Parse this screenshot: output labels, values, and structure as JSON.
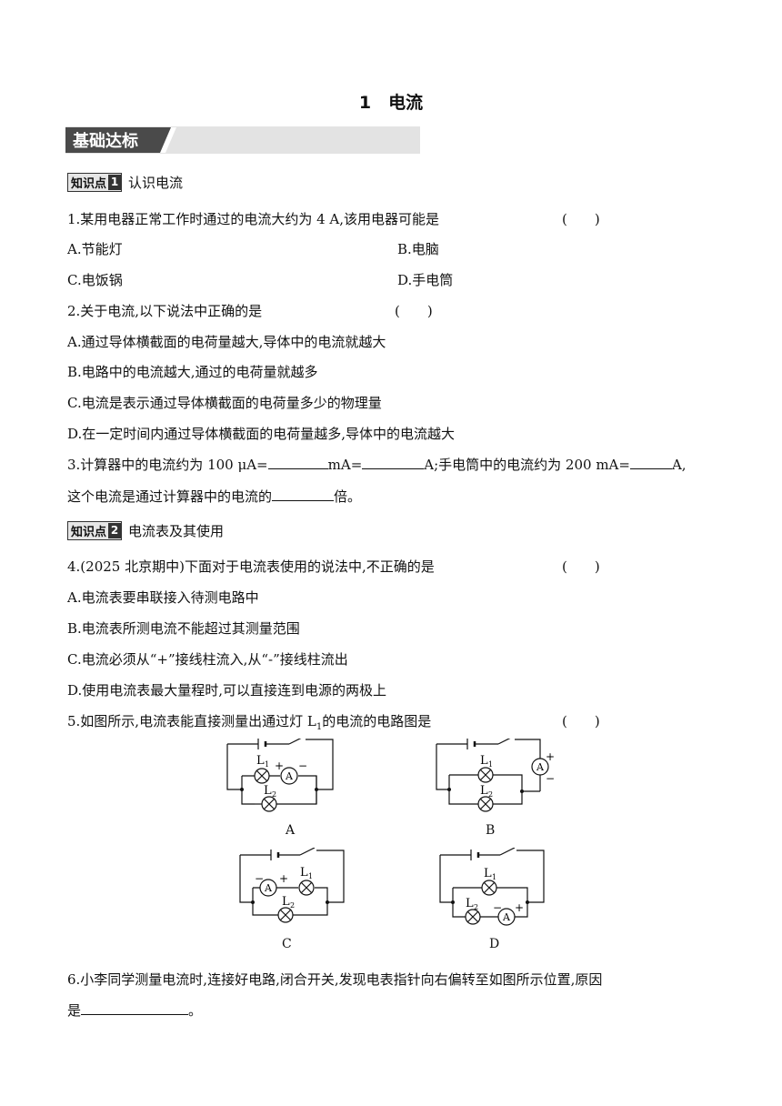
{
  "title": "1　电流",
  "banner": "基础达标",
  "sections": [
    {
      "label": "知识点",
      "num": "1",
      "title": "认识电流"
    },
    {
      "label": "知识点",
      "num": "2",
      "title": "电流表及其使用"
    }
  ],
  "q1": {
    "stem": "1.某用电器正常工作时通过的电流大约为 4 A,该用电器可能是",
    "paren": "(　　)",
    "a": "A.节能灯",
    "b": "B.电脑",
    "c": "C.电饭锅",
    "d": "D.手电筒"
  },
  "q2": {
    "stem": "2.关于电流,以下说法中正确的是",
    "paren": "(　　)",
    "a": "A.通过导体横截面的电荷量越大,导体中的电流就越大",
    "b": "B.电路中的电流越大,通过的电荷量就越多",
    "c": "C.电流是表示通过导体横截面的电荷量多少的物理量",
    "d": "D.在一定时间内通过导体横截面的电荷量越多,导体中的电流越大"
  },
  "q3": {
    "p1": "3.计算器中的电流约为 100 μA=",
    "p2": "mA=",
    "p3": "A;手电筒中的电流约为 200 mA=",
    "p4": "A,",
    "line2a": "这个电流是通过计算器中的电流的",
    "line2b": "倍。"
  },
  "q4": {
    "stem": "4.(2025 北京期中)下面对于电流表使用的说法中,不正确的是",
    "paren": "(　　)",
    "a": "A.电流表要串联接入待测电路中",
    "b": "B.电流表所测电流不能超过其测量范围",
    "c": "C.电流必须从“+”接线柱流入,从“-”接线柱流出",
    "d": "D.使用电流表最大量程时,可以直接连到电源的两极上"
  },
  "q5": {
    "stem_a": "5.如图所示,电流表能直接测量出通过灯 L",
    "stem_sub": "1",
    "stem_b": "的电流的电路图是",
    "paren": "(　　)",
    "captions": [
      "A",
      "B",
      "C",
      "D"
    ],
    "lamp1": "L",
    "lamp1_sub": "1",
    "lamp2": "L",
    "lamp2_sub": "2",
    "meter": "A",
    "plus": "+",
    "minus": "−"
  },
  "q6": {
    "line1": "6.小李同学测量电流时,连接好电路,闭合开关,发现电表指针向右偏转至如图所示位置,原因",
    "line2a": "是",
    "line2b": "。"
  }
}
